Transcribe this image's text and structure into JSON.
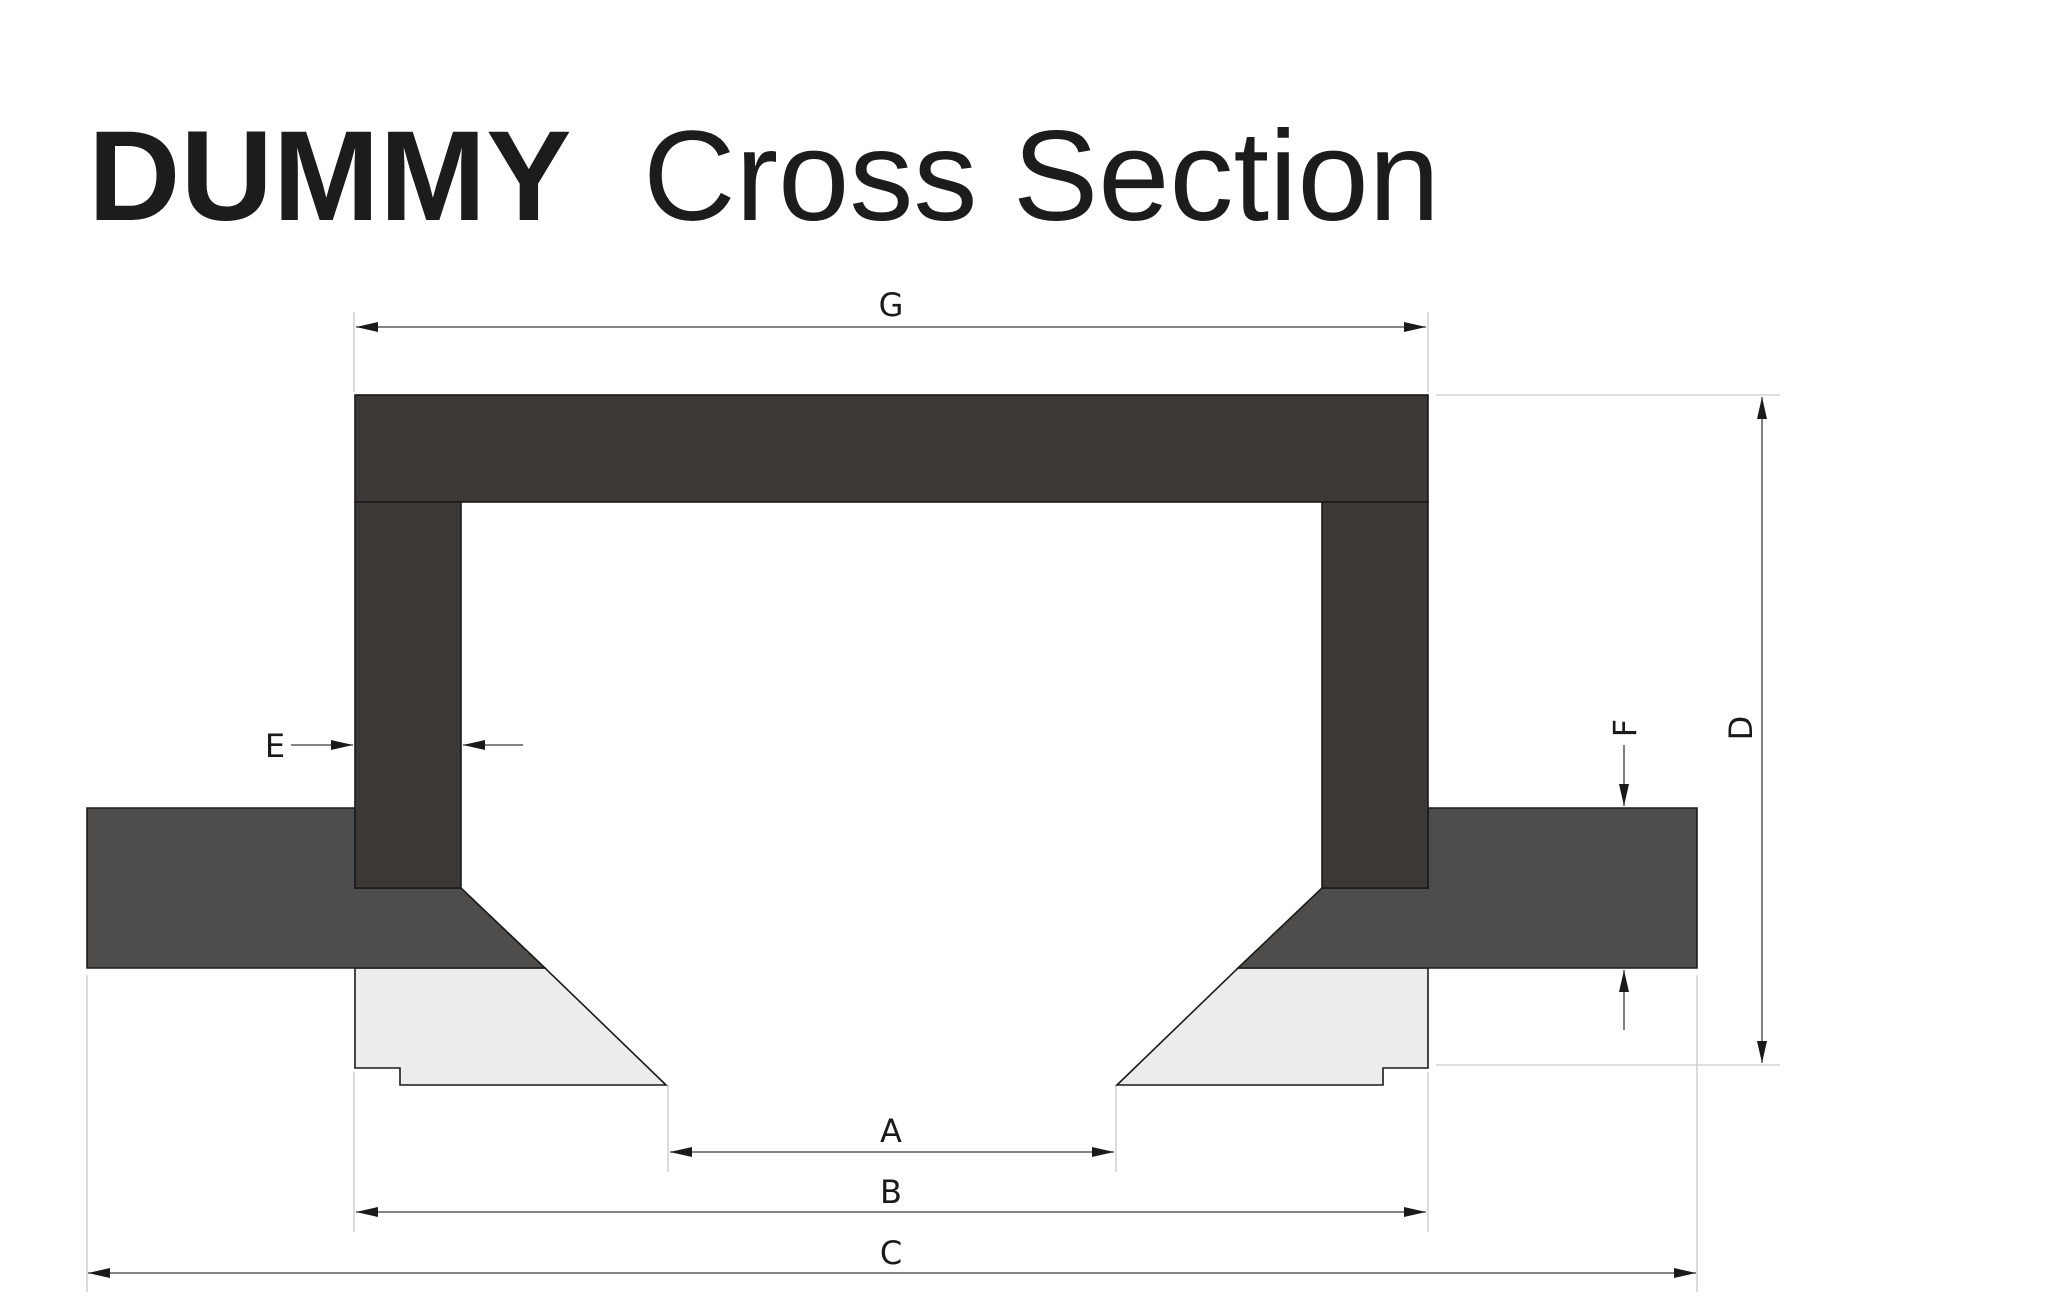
{
  "title": {
    "bold": "DUMMY",
    "light": "Cross Section"
  },
  "dimensions": {
    "A": "A",
    "B": "B",
    "C": "C",
    "D": "D",
    "E": "E",
    "F": "F",
    "G": "G"
  },
  "colors": {
    "frame": "#3b3836",
    "flange": "#4f4d4b",
    "insert": "#ececec",
    "outline": "#1a1a1a",
    "extension_line": "#c9c9c9",
    "background": "#ffffff"
  }
}
